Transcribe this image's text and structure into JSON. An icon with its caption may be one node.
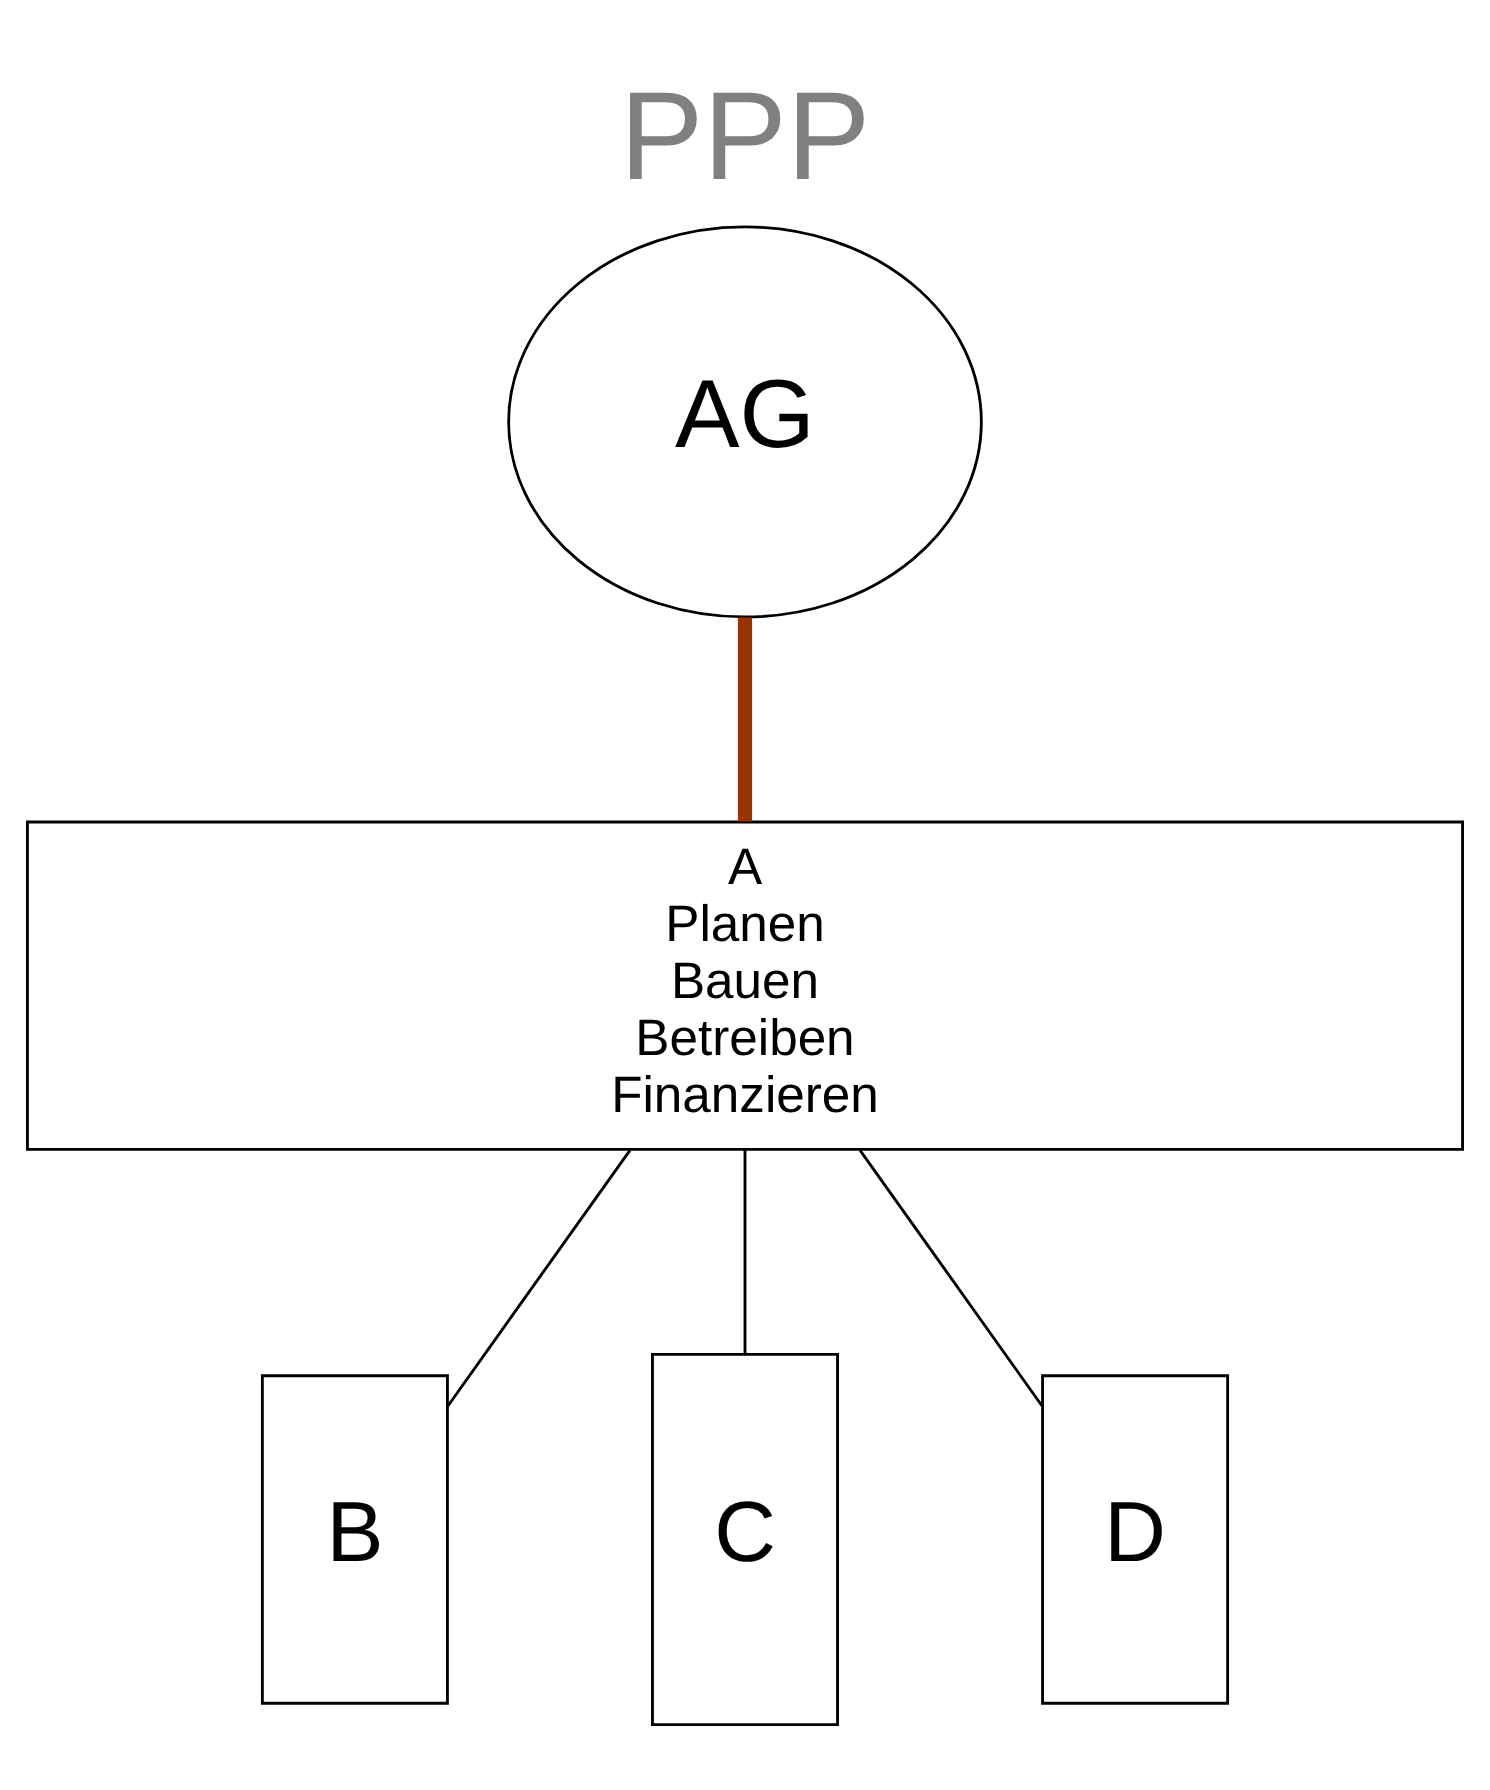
{
  "diagram": {
    "title": "PPP",
    "nodes": [
      {
        "text": [
          "AG"
        ]
      },
      {
        "text": [
          "A",
          "Planen",
          "Bauen",
          "Betreiben",
          "Finanzieren"
        ]
      },
      {
        "text": [
          "B"
        ]
      },
      {
        "text": [
          "C"
        ]
      },
      {
        "text": [
          "D"
        ]
      }
    ],
    "edges": [
      {
        "from": 0,
        "to": 1,
        "arrow": "none",
        "style": "thick",
        "color": "#993300"
      },
      {
        "from": 1,
        "to": 2,
        "arrow": "none"
      },
      {
        "from": 1,
        "to": 3,
        "arrow": "none"
      },
      {
        "from": 1,
        "to": 4,
        "arrow": "none"
      }
    ]
  }
}
